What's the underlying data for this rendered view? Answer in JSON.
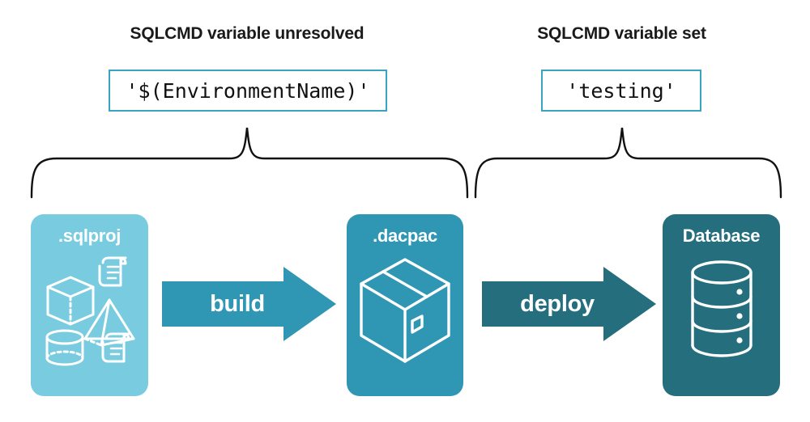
{
  "diagram": {
    "title_left": "SQLCMD variable unresolved",
    "title_right": "SQLCMD variable set",
    "code_left": "'$(EnvironmentName)'",
    "code_right": "'testing'",
    "stages": [
      {
        "label": ".sqlproj",
        "icon": "project-artifacts-icon",
        "color": "#79cbdf"
      },
      {
        "label": ".dacpac",
        "icon": "package-box-icon",
        "color": "#2f96b4"
      },
      {
        "label": "Database",
        "icon": "database-cylinder-icon",
        "color": "#256e7e"
      }
    ],
    "arrows": [
      {
        "label": "build",
        "color": "#2f96b4"
      },
      {
        "label": "deploy",
        "color": "#256e7e"
      }
    ],
    "braces": [
      {
        "name": "left-brace",
        "spans": "sqlproj-to-dacpac"
      },
      {
        "name": "right-brace",
        "spans": "dacpac-to-database"
      }
    ],
    "colors": {
      "accent_border": "#3aa4c0",
      "light_teal": "#79cbdf",
      "mid_teal": "#2f96b4",
      "dark_teal": "#256e7e",
      "text": "#1a1a1a",
      "brace": "#111111"
    }
  }
}
